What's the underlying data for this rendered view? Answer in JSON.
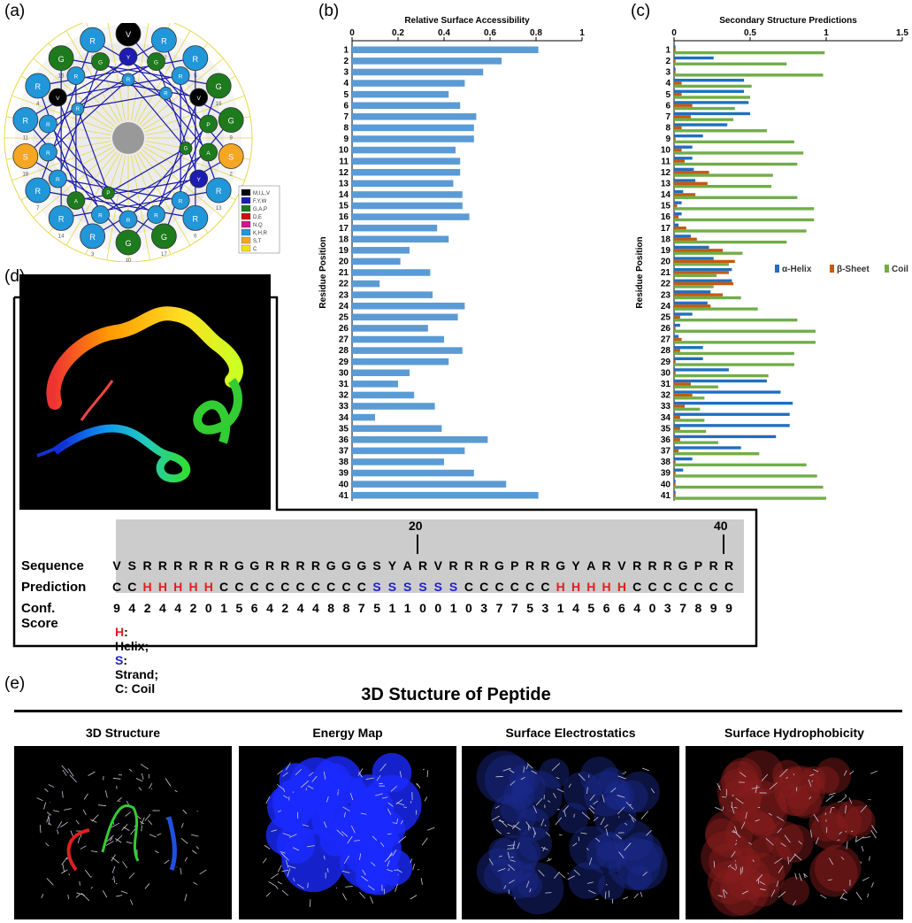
{
  "panels": {
    "a": "(a)",
    "b": "(b)",
    "c": "(c)",
    "d": "(d)",
    "e": "(e)"
  },
  "wheel": {
    "legend": [
      {
        "label": "M,I,L,V",
        "color": "#000000"
      },
      {
        "label": "F,Y,W",
        "color": "#1c1cb0"
      },
      {
        "label": "G,A,P",
        "color": "#1d7a1d"
      },
      {
        "label": "D,E",
        "color": "#cc1111"
      },
      {
        "label": "N,Q",
        "color": "#d4148a"
      },
      {
        "label": "K,H,R",
        "color": "#2196d9"
      },
      {
        "label": "S,T",
        "color": "#f5a623"
      },
      {
        "label": "C",
        "color": "#f2e11a"
      }
    ],
    "residues": [
      {
        "aa": "V",
        "n": "1"
      },
      {
        "aa": "S",
        "n": "2"
      },
      {
        "aa": "R",
        "n": "3"
      },
      {
        "aa": "R",
        "n": "4"
      },
      {
        "aa": "R",
        "n": "5"
      },
      {
        "aa": "R",
        "n": "6"
      },
      {
        "aa": "R",
        "n": "7"
      },
      {
        "aa": "R",
        "n": "8"
      },
      {
        "aa": "G",
        "n": "9"
      },
      {
        "aa": "G",
        "n": "10"
      },
      {
        "aa": "R",
        "n": "11"
      },
      {
        "aa": "R",
        "n": "12"
      },
      {
        "aa": "R",
        "n": "13"
      },
      {
        "aa": "R",
        "n": "14"
      },
      {
        "aa": "G",
        "n": "15"
      },
      {
        "aa": "G",
        "n": "16"
      },
      {
        "aa": "G",
        "n": "17"
      },
      {
        "aa": "S",
        "n": "18"
      },
      {
        "aa": "Y",
        "n": "19"
      },
      {
        "aa": "A",
        "n": "20"
      },
      {
        "aa": "R",
        "n": "21"
      },
      {
        "aa": "V",
        "n": "22"
      },
      {
        "aa": "R",
        "n": "23"
      },
      {
        "aa": "R",
        "n": "24"
      },
      {
        "aa": "R",
        "n": "25"
      },
      {
        "aa": "G",
        "n": "26"
      },
      {
        "aa": "P",
        "n": "27"
      },
      {
        "aa": "R",
        "n": "28"
      },
      {
        "aa": "R",
        "n": "29"
      },
      {
        "aa": "G",
        "n": "30"
      },
      {
        "aa": "Y",
        "n": "31"
      },
      {
        "aa": "A",
        "n": "32"
      },
      {
        "aa": "R",
        "n": "33"
      },
      {
        "aa": "V",
        "n": "34"
      },
      {
        "aa": "R",
        "n": "35"
      },
      {
        "aa": "R",
        "n": "36"
      },
      {
        "aa": "R",
        "n": "37"
      },
      {
        "aa": "G",
        "n": "38"
      },
      {
        "aa": "P",
        "n": "39"
      },
      {
        "aa": "R",
        "n": "40"
      },
      {
        "aa": "R",
        "n": "41"
      }
    ]
  },
  "chart_data": [
    {
      "type": "bar",
      "title": "Relative Surface Accessibility",
      "ylabel": "Residue Position",
      "xlim": [
        0,
        1
      ],
      "xticks": [
        "0",
        "0.2",
        "0.4",
        "0.6",
        "0.8",
        "1"
      ],
      "categories": [
        "1",
        "2",
        "3",
        "4",
        "5",
        "6",
        "7",
        "8",
        "9",
        "10",
        "11",
        "12",
        "13",
        "14",
        "15",
        "16",
        "17",
        "18",
        "19",
        "20",
        "21",
        "22",
        "23",
        "24",
        "25",
        "26",
        "27",
        "28",
        "29",
        "30",
        "31",
        "32",
        "33",
        "34",
        "35",
        "36",
        "37",
        "38",
        "39",
        "40",
        "41"
      ],
      "values": [
        0.81,
        0.65,
        0.57,
        0.49,
        0.42,
        0.47,
        0.54,
        0.53,
        0.53,
        0.45,
        0.47,
        0.47,
        0.44,
        0.48,
        0.48,
        0.51,
        0.37,
        0.42,
        0.25,
        0.21,
        0.34,
        0.12,
        0.35,
        0.49,
        0.46,
        0.33,
        0.4,
        0.48,
        0.42,
        0.25,
        0.2,
        0.27,
        0.36,
        0.1,
        0.39,
        0.59,
        0.49,
        0.4,
        0.53,
        0.67,
        0.81
      ],
      "color": "#5b9bd5"
    },
    {
      "type": "bar",
      "title": "Secondary Structure Predictions",
      "ylabel": "Residue Position",
      "xlim": [
        0,
        1.5
      ],
      "xticks": [
        "0",
        "0.5",
        "1",
        "1.5"
      ],
      "categories": [
        "1",
        "2",
        "3",
        "4",
        "5",
        "6",
        "7",
        "8",
        "9",
        "10",
        "11",
        "12",
        "13",
        "14",
        "15",
        "16",
        "17",
        "18",
        "19",
        "20",
        "21",
        "22",
        "23",
        "24",
        "25",
        "26",
        "27",
        "28",
        "29",
        "30",
        "31",
        "32",
        "33",
        "34",
        "35",
        "36",
        "37",
        "38",
        "39",
        "40",
        "41"
      ],
      "series": [
        {
          "name": "α-Helix",
          "color": "#1f6fbf",
          "values": [
            0.01,
            0.26,
            0.01,
            0.46,
            0.46,
            0.49,
            0.5,
            0.35,
            0.19,
            0.12,
            0.12,
            0.13,
            0.14,
            0.06,
            0.05,
            0.05,
            0.03,
            0.11,
            0.23,
            0.26,
            0.38,
            0.38,
            0.24,
            0.22,
            0.12,
            0.04,
            0.03,
            0.19,
            0.19,
            0.36,
            0.61,
            0.7,
            0.78,
            0.76,
            0.76,
            0.67,
            0.44,
            0.12,
            0.06,
            0.01,
            0.01
          ]
        },
        {
          "name": "β-Sheet",
          "color": "#c55a11",
          "values": [
            0.01,
            0.01,
            0.01,
            0.05,
            0.05,
            0.12,
            0.11,
            0.05,
            0.01,
            0.05,
            0.07,
            0.23,
            0.22,
            0.14,
            0.02,
            0.03,
            0.08,
            0.15,
            0.32,
            0.4,
            0.36,
            0.39,
            0.32,
            0.24,
            0.04,
            0.01,
            0.05,
            0.04,
            0.01,
            0.01,
            0.11,
            0.12,
            0.07,
            0.04,
            0.04,
            0.04,
            0.03,
            0.01,
            0.01,
            0.01,
            0.01
          ]
        },
        {
          "name": "Coil",
          "color": "#70ad47",
          "values": [
            0.99,
            0.74,
            0.98,
            0.51,
            0.5,
            0.4,
            0.39,
            0.61,
            0.79,
            0.85,
            0.81,
            0.65,
            0.64,
            0.81,
            0.92,
            0.92,
            0.87,
            0.74,
            0.45,
            0.36,
            0.28,
            0.26,
            0.44,
            0.55,
            0.81,
            0.93,
            0.93,
            0.79,
            0.79,
            0.62,
            0.29,
            0.2,
            0.17,
            0.2,
            0.21,
            0.29,
            0.56,
            0.87,
            0.94,
            0.98,
            1.0
          ]
        }
      ],
      "legend_placement": "right"
    }
  ],
  "sequence": {
    "markers": [
      "20",
      "40"
    ],
    "row_labels": {
      "sequence": "Sequence",
      "prediction": "Prediction",
      "conf": "Conf. Score"
    },
    "residues": [
      "V",
      "S",
      "R",
      "R",
      "R",
      "R",
      "R",
      "R",
      "G",
      "G",
      "R",
      "R",
      "R",
      "R",
      "G",
      "G",
      "G",
      "S",
      "Y",
      "A",
      "R",
      "V",
      "R",
      "R",
      "R",
      "G",
      "P",
      "R",
      "R",
      "G",
      "Y",
      "A",
      "R",
      "V",
      "R",
      "R",
      "R",
      "G",
      "P",
      "R",
      "R"
    ],
    "prediction": [
      "C",
      "C",
      "H",
      "H",
      "H",
      "H",
      "H",
      "C",
      "C",
      "C",
      "C",
      "C",
      "C",
      "C",
      "C",
      "C",
      "C",
      "S",
      "S",
      "S",
      "S",
      "S",
      "S",
      "C",
      "C",
      "C",
      "C",
      "C",
      "C",
      "H",
      "H",
      "H",
      "H",
      "H",
      "C",
      "C",
      "C",
      "C",
      "C",
      "C",
      "C"
    ],
    "conf": [
      "9",
      "4",
      "2",
      "4",
      "4",
      "2",
      "0",
      "1",
      "5",
      "6",
      "4",
      "2",
      "4",
      "4",
      "8",
      "8",
      "7",
      "5",
      "1",
      "1",
      "0",
      "0",
      "1",
      "0",
      "3",
      "7",
      "7",
      "5",
      "3",
      "1",
      "4",
      "5",
      "6",
      "6",
      "4",
      "0",
      "3",
      "7",
      "8",
      "9",
      "9"
    ],
    "legend": [
      {
        "key": "H",
        "text": ": Helix;",
        "color": "#e02020"
      },
      {
        "key": "S",
        "text": ": Strand;",
        "color": "#2020d0"
      },
      {
        "key": "C",
        "text": ": Coil",
        "color": "#000000"
      }
    ],
    "colors": {
      "H": "#e02020",
      "S": "#2020d0",
      "C": "#000000"
    }
  },
  "structures": {
    "heading": "3D Stucture of Peptide",
    "images": [
      {
        "title": "3D Structure"
      },
      {
        "title": "Energy Map"
      },
      {
        "title": "Surface Electrostatics"
      },
      {
        "title": "Surface Hydrophobicity"
      }
    ]
  }
}
